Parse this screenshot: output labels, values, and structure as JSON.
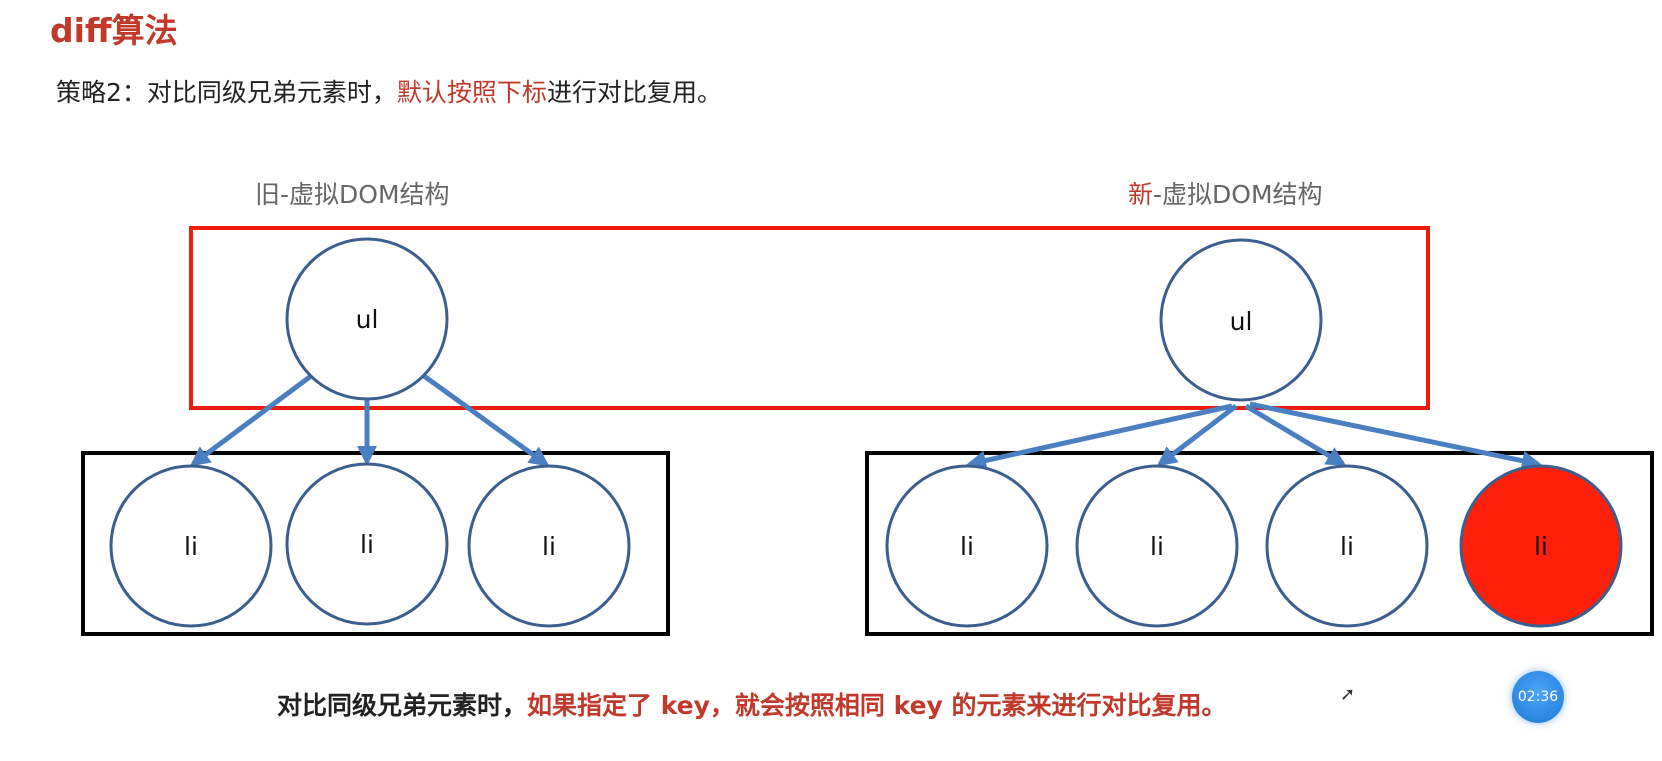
{
  "title": "diff算法",
  "strategy": {
    "prefix": "策略2：对比同级兄弟元素时，",
    "highlight": "默认按照下标",
    "suffix": "进行对比复用。"
  },
  "old_tree": {
    "label": "旧-虚拟DOM结构",
    "root": "ul",
    "children": [
      "li",
      "li",
      "li"
    ]
  },
  "new_tree": {
    "label_highlight": "新",
    "label_rest": "-虚拟DOM结构",
    "root": "ul",
    "children": [
      "li",
      "li",
      "li",
      "li"
    ],
    "new_child_index": 3
  },
  "bottom_note": {
    "prefix": "对比同级兄弟元素时，",
    "highlight": "如果指定了 key，就会按照相同 key 的元素来进行对比复用。"
  },
  "timer": "02:36",
  "colors": {
    "accent_red": "#c0392b",
    "node_stroke": "#3a5f8f",
    "edge": "#4a7fc1",
    "highlight_box": "#ee1c0c",
    "new_node_fill": "#ff1f0a"
  }
}
